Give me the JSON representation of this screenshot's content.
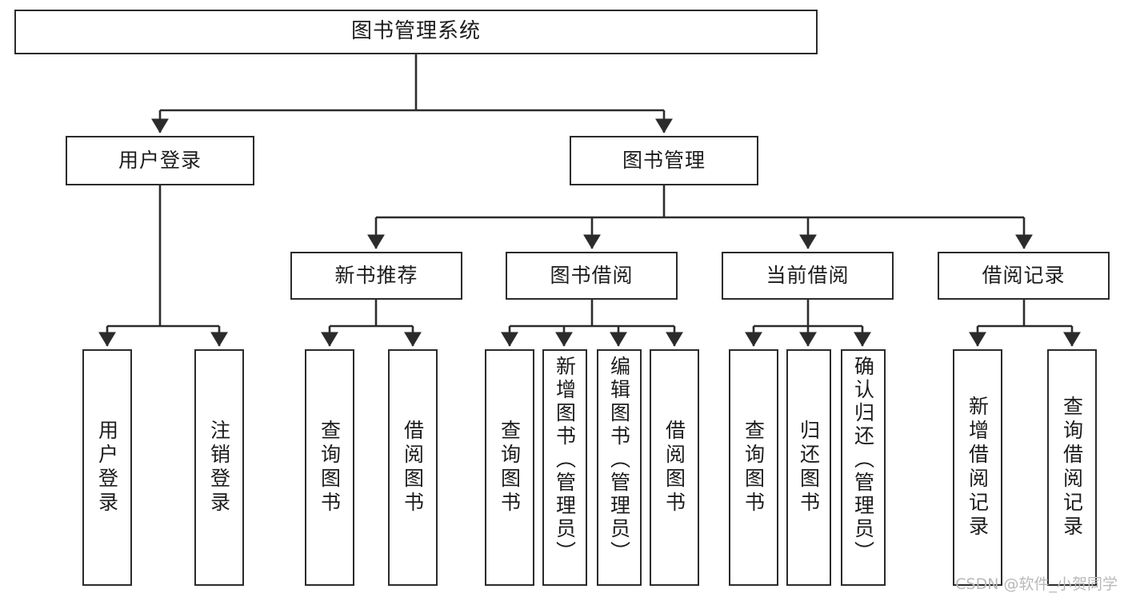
{
  "diagram": {
    "title": "图书管理系统",
    "type": "tree-hierarchy-diagram",
    "colors": {
      "box_border": "#2b2b2b",
      "box_fill": "#ffffff",
      "connector": "#2b2b2b",
      "text": "#1c1c1c",
      "watermark": "#b9b9b9",
      "background": "#ffffff"
    },
    "root": {
      "label": "图书管理系统"
    },
    "level2": [
      {
        "label": "用户登录"
      },
      {
        "label": "图书管理"
      }
    ],
    "level3": [
      {
        "label": "新书推荐"
      },
      {
        "label": "图书借阅"
      },
      {
        "label": "当前借阅"
      },
      {
        "label": "借阅记录"
      }
    ],
    "leaves": {
      "user_login": [
        {
          "label": "用户登录"
        },
        {
          "label": "注销登录"
        }
      ],
      "new_book": [
        {
          "label": "查询图书"
        },
        {
          "label": "借阅图书"
        }
      ],
      "book_borrow": [
        {
          "label": "查询图书"
        },
        {
          "label": "新增图书（管理员）"
        },
        {
          "label": "编辑图书（管理员）"
        },
        {
          "label": "借阅图书"
        }
      ],
      "current_borrow": [
        {
          "label": "查询图书"
        },
        {
          "label": "归还图书"
        },
        {
          "label": "确认归还（管理员）"
        }
      ],
      "borrow_record": [
        {
          "label": "新增借阅记录"
        },
        {
          "label": "查询借阅记录"
        }
      ]
    }
  },
  "watermark": {
    "text": "CSDN @软件_小贺同学"
  }
}
